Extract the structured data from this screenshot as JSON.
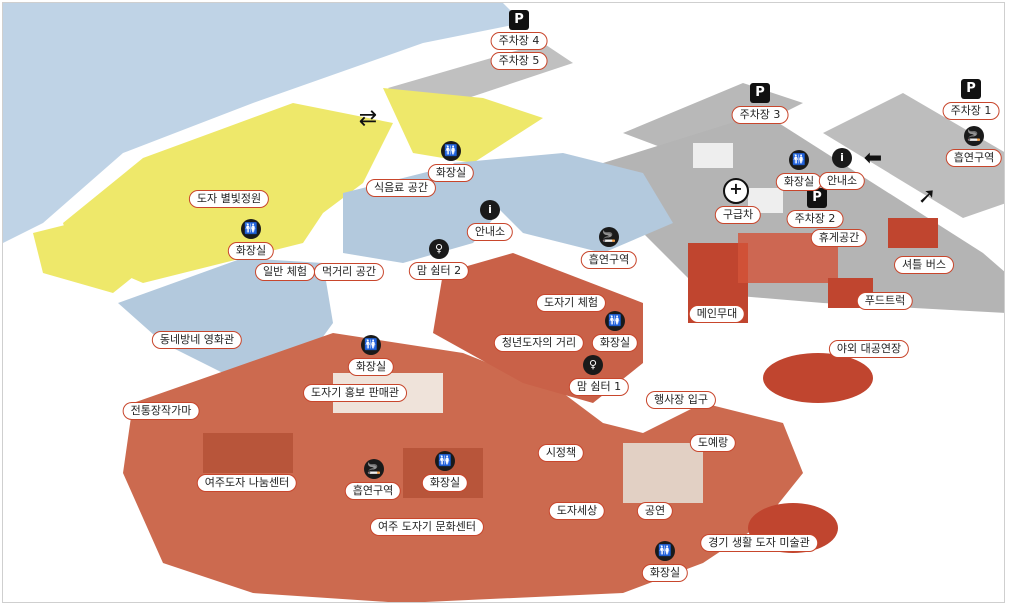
{
  "colors": {
    "water": "#bfd3e6",
    "yellow_zone": "#eee86a",
    "blue_zone": "#b3c9dd",
    "plaza": "#cc6a4f",
    "parking": "#b4b4b4",
    "road": "#c9c9c9",
    "label_border": "#c8462c"
  },
  "parking": {
    "p45": [
      "주차장 4",
      "주차장 5"
    ],
    "p3": "주차장 3",
    "p1": "주차장 1",
    "p2": "주차장 2"
  },
  "labels": {
    "smoking_top_right": "흡연구역",
    "doja_garden": "도자 별빛정원",
    "restroom_a": "화장실",
    "restroom_b": "화장실",
    "rest_space": "식음료 공간",
    "info_a": "안내소",
    "mom_shelter_2": "맘 쉼터 2",
    "smoking_mid": "흡연구역",
    "general_experience": "일반 체험",
    "food_street": "먹거리 공간",
    "cinema": "동네방네 영화관",
    "pottery_experience": "도자기 체험",
    "restroom_c": "화장실",
    "young_street": "청년도자의 거리",
    "mom_shelter_1": "맘 쉼터 1",
    "kiln": "전통장작가마",
    "promo_hall": "도자기 홍보 판매관",
    "restroom_d": "화장실",
    "event_entrance": "행사장 입구",
    "sijeongchaek": "시정책",
    "doyerang": "도예랑",
    "nanum_center": "여주도자 나눔센터",
    "smoking_bottom": "흡연구역",
    "restroom_e": "화장실",
    "culture_center": "여주 도자기 문화센터",
    "doja_sesang": "도자세상",
    "performance": "공연",
    "restroom_f": "화장실",
    "museum": "경기 생활 도자 미술관",
    "first_aid": "구급차",
    "restroom_g": "화장실",
    "info_b": "안내소",
    "rest_area": "휴게공간",
    "shuttle": "셔틀 버스",
    "food_truck": "푸드트럭",
    "main_stage": "메인무대",
    "outdoor_stage": "야외 대공연장"
  },
  "icons": {
    "parking": "parking-icon",
    "restroom": "restroom-icon",
    "info": "info-icon",
    "smoking": "smoking-icon",
    "mom": "mom-shelter-icon",
    "first_aid": "first-aid-icon",
    "arrow": "arrow-icon"
  }
}
